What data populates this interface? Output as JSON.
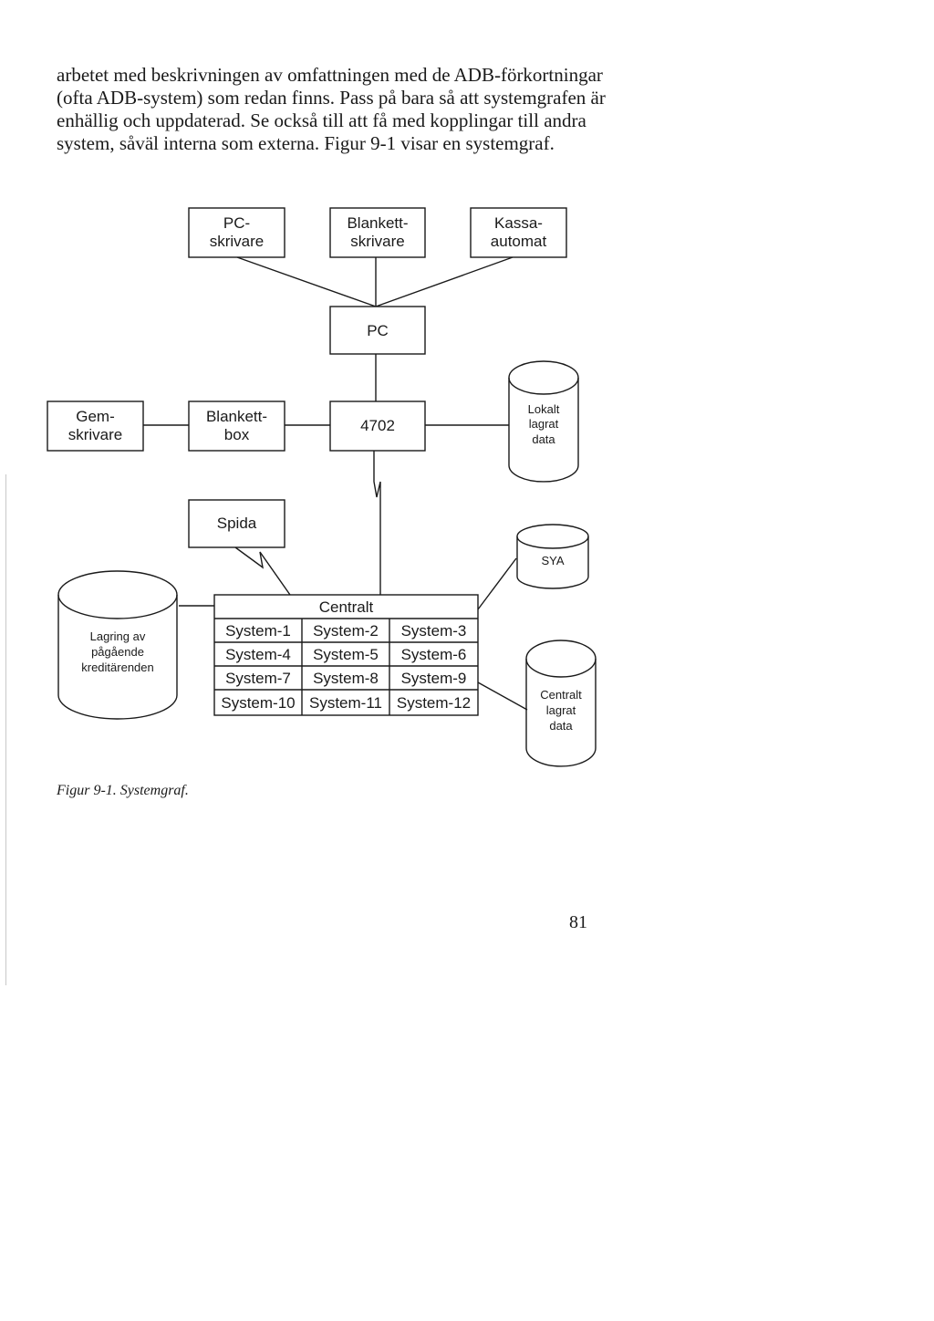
{
  "paragraph": {
    "lines": [
      "arbetet med beskrivningen av omfattningen med de ADB-förkortningar",
      "(ofta ADB-system) som redan finns. Pass på bara så att systemgrafen är",
      "enhällig och uppdaterad. Se också till att få med kopplingar till andra",
      "system, såväl interna som externa. Figur 9-1 visar en systemgraf."
    ]
  },
  "diagram": {
    "boxes": {
      "pc_skrivare": [
        "PC-",
        "skrivare"
      ],
      "blankett_skrivare": [
        "Blankett-",
        "skrivare"
      ],
      "kassa_automat": [
        "Kassa-",
        "automat"
      ],
      "pc": "PC",
      "gem_skrivare": [
        "Gem-",
        "skrivare"
      ],
      "blankett_box": [
        "Blankett-",
        "box"
      ],
      "terminal_4702": "4702",
      "spida": "Spida"
    },
    "storages": {
      "lokalt_lagrat_data": [
        "Lokalt",
        "lagrat",
        "data"
      ],
      "sya": "SYA",
      "lagring_pagaende": [
        "Lagring av",
        "pågående",
        "kreditärenden"
      ],
      "centralt_lagrat_data": [
        "Centralt",
        "lagrat",
        "data"
      ]
    },
    "central_table": {
      "header": "Centralt",
      "rows": [
        [
          "System-1",
          "System-2",
          "System-3"
        ],
        [
          "System-4",
          "System-5",
          "System-6"
        ],
        [
          "System-7",
          "System-8",
          "System-9"
        ],
        [
          "System-10",
          "System-11",
          "System-12"
        ]
      ]
    }
  },
  "caption": "Figur 9-1. Systemgraf.",
  "page_number": "81"
}
